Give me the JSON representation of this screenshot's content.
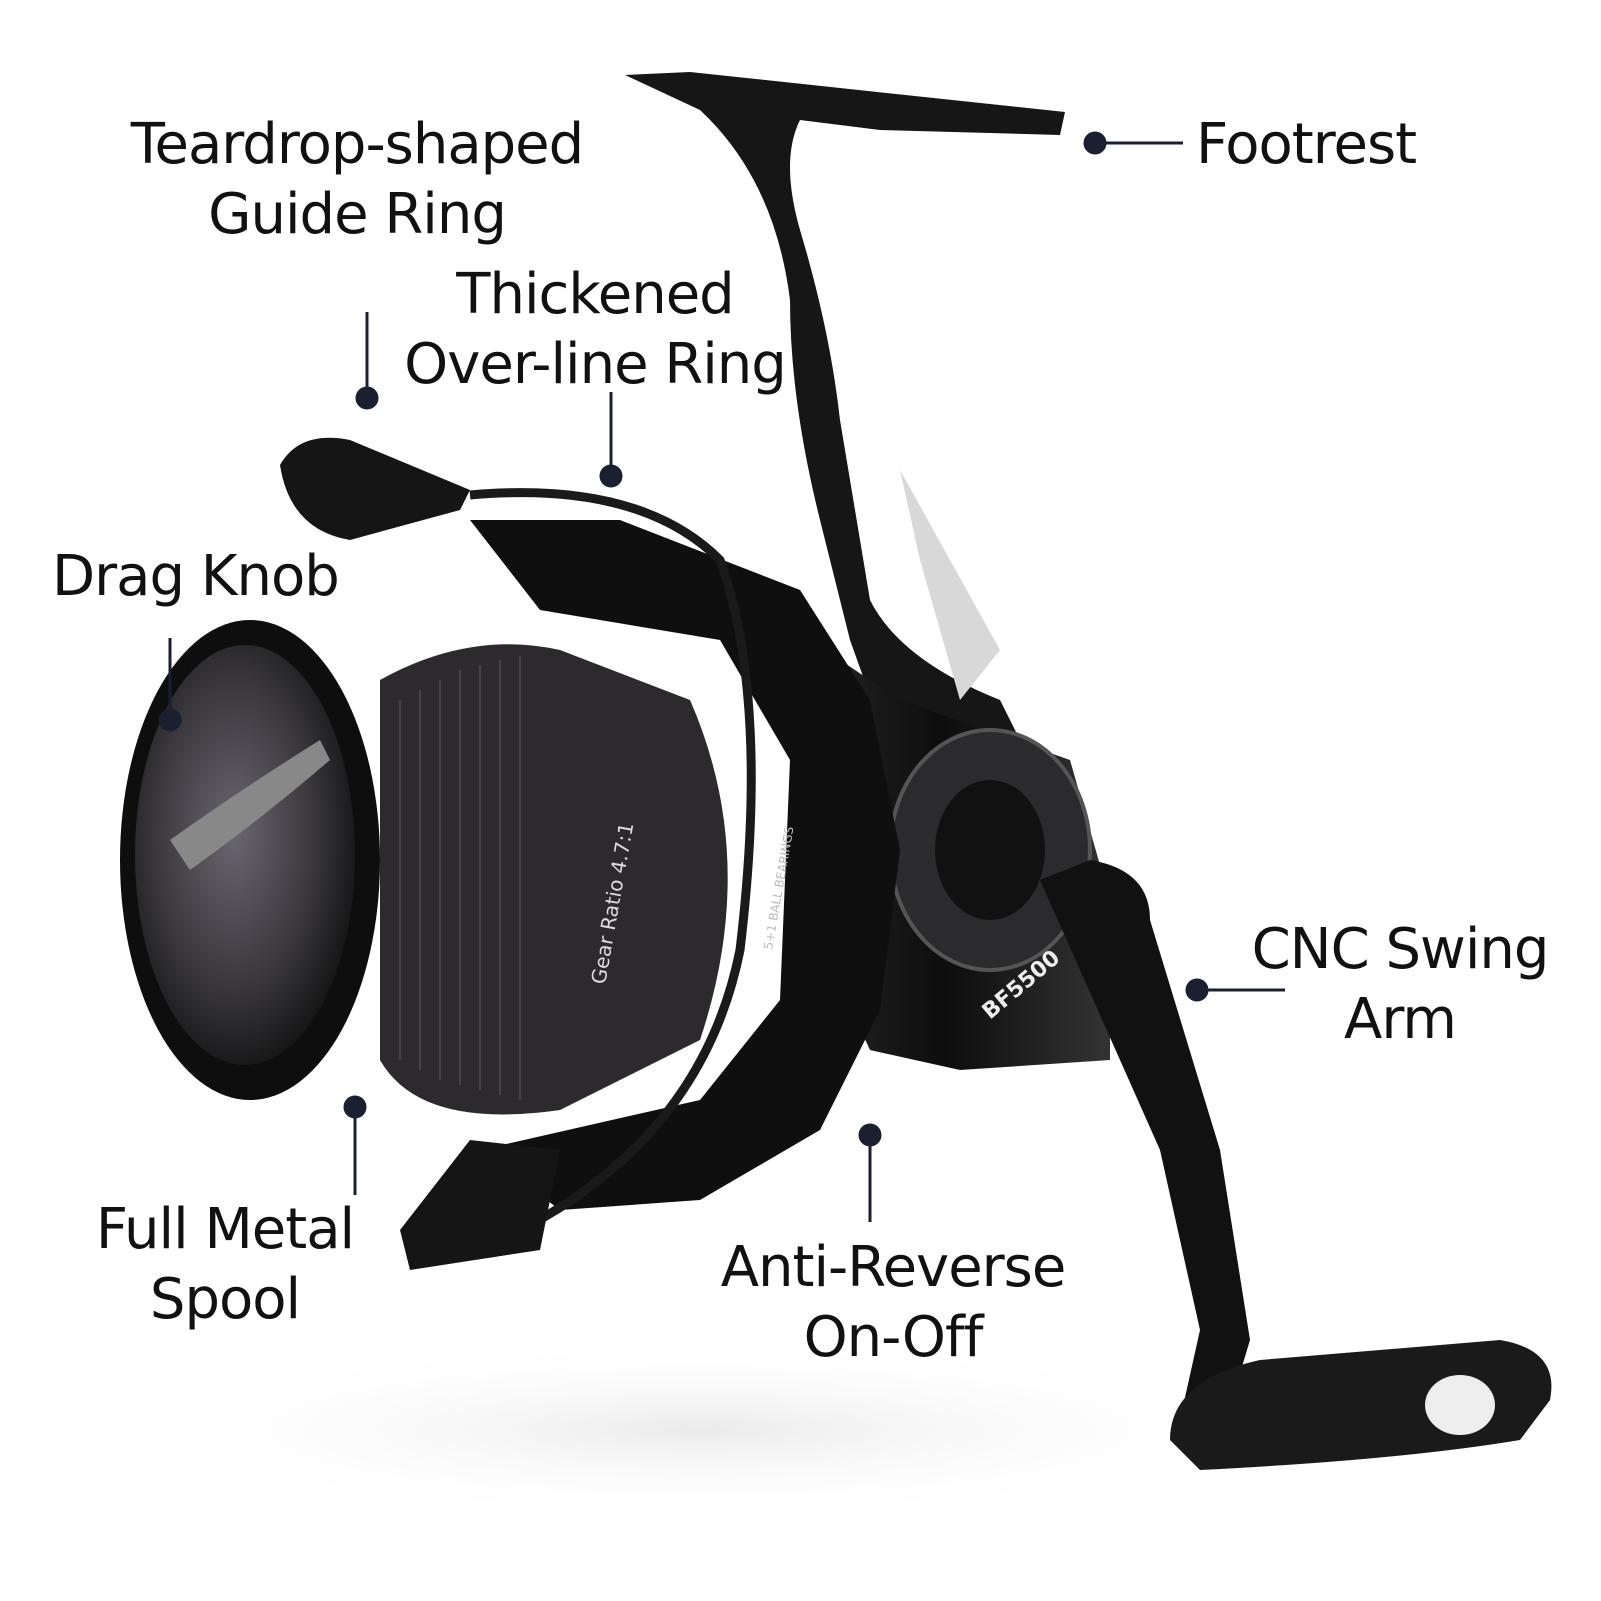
{
  "callouts": {
    "teardrop": {
      "line1": "Teardrop-shaped",
      "line2": "Guide Ring"
    },
    "thickened": {
      "line1": "Thickened",
      "line2": "Over-line Ring"
    },
    "drag_knob": {
      "line1": "Drag Knob"
    },
    "footrest": {
      "line1": "Footrest"
    },
    "cnc_arm": {
      "line1": "CNC Swing",
      "line2": "Arm"
    },
    "spool": {
      "line1": "Full Metal",
      "line2": "Spool"
    },
    "anti_reverse": {
      "line1": "Anti-Reverse",
      "line2": "On-Off"
    }
  },
  "product_markings": {
    "gear_ratio": "Gear Ratio 4.7:1",
    "model": "BF5500",
    "bearings": "5+1 BALL BEARINGS"
  },
  "colors": {
    "callout_dot": "#1a2030",
    "text": "#111111",
    "reel": "#141414"
  }
}
